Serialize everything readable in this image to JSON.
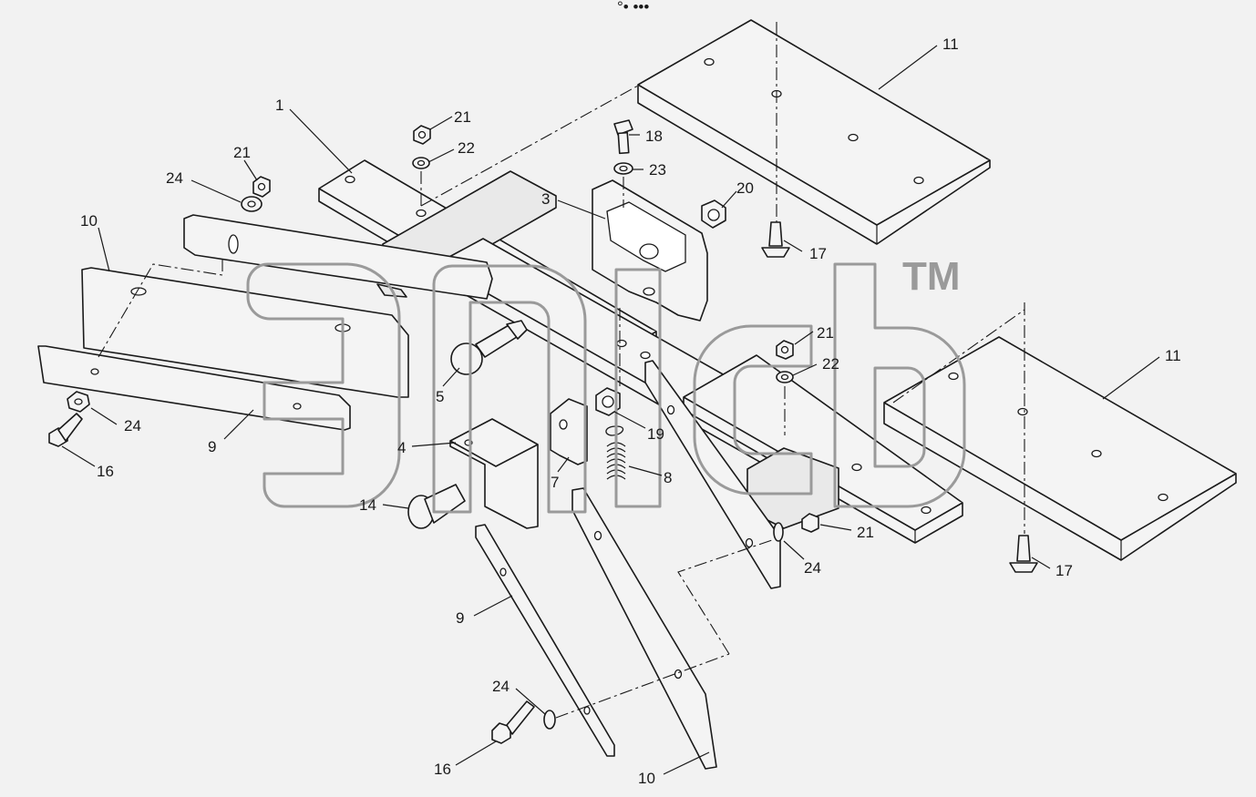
{
  "top_marker": "°• •••",
  "watermark": {
    "brand": "logo",
    "trademark": "TM"
  },
  "callouts": {
    "c1": "1",
    "c3": "3",
    "c4": "4",
    "c5": "5",
    "c7": "7",
    "c8": "8",
    "c9a": "9",
    "c9b": "9",
    "c10a": "10",
    "c10b": "10",
    "c11a": "11",
    "c11b": "11",
    "c14": "14",
    "c16a": "16",
    "c16b": "16",
    "c17a": "17",
    "c17b": "17",
    "c18": "18",
    "c19": "19",
    "c20": "20",
    "c21a": "21",
    "c21b": "21",
    "c21c": "21",
    "c21d": "21",
    "c22a": "22",
    "c22b": "22",
    "c23": "23",
    "c24a": "24",
    "c24b": "24",
    "c24c": "24",
    "c24d": "24"
  }
}
